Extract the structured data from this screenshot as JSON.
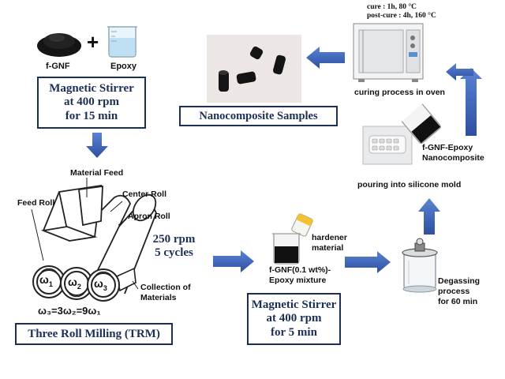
{
  "step1": {
    "powder_label": "f-GNF",
    "plus": "+",
    "epoxy_label": "Epoxy",
    "box": [
      "Magnetic Stirrer",
      "at 400 rpm",
      "for 15 min"
    ]
  },
  "trm": {
    "material_feed": "Material Feed",
    "center_roll": "Center Roll",
    "apron_roll": "Apron Roll",
    "feed_roll": "Feed Roll",
    "collection": [
      "Collection of",
      "Materials"
    ],
    "speed": [
      "250 rpm",
      "5 cycles"
    ],
    "omega1": "ω",
    "omega1_sub": "1",
    "omega2": "ω",
    "omega2_sub": "2",
    "omega3": "ω",
    "omega3_sub": "3",
    "relation": "ω₃=3ω₂=9ω₁",
    "box": "Three Roll Milling (TRM)"
  },
  "step3": {
    "hardener": [
      "hardener",
      "material"
    ],
    "mixture": [
      "f-GNF(0.1 wt%)-",
      "Epoxy mixture"
    ],
    "box": [
      "Magnetic Stirrer",
      "at 400 rpm",
      "for 5 min"
    ]
  },
  "degassing": [
    "Degassing",
    "process",
    "for 60 min"
  ],
  "mold": {
    "product": [
      "f-GNF-Epoxy",
      "Nanocomposite"
    ],
    "pouring": "pouring into silicone mold"
  },
  "oven": {
    "cure": "cure : 1h, 80 °C",
    "post_cure": "post-cure : 4h, 160 °C",
    "caption": "curing process in oven"
  },
  "samples": {
    "box": "Nanocomposite Samples"
  },
  "colors": {
    "arrow": "#3a62b8",
    "box_text": "#1c2f55"
  }
}
